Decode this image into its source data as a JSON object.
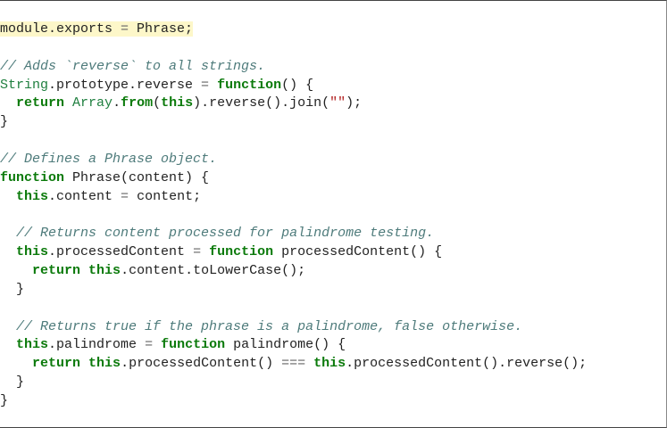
{
  "editor": {
    "lines": [
      {
        "highlighted": true,
        "tokens": [
          {
            "t": "plain",
            "v": "module.exports "
          },
          {
            "t": "operator",
            "v": "="
          },
          {
            "t": "plain",
            "v": " Phrase;"
          }
        ]
      },
      {
        "highlighted": false,
        "tokens": []
      },
      {
        "highlighted": false,
        "tokens": [
          {
            "t": "comment",
            "v": "// Adds `reverse` to all strings."
          }
        ]
      },
      {
        "highlighted": false,
        "tokens": [
          {
            "t": "builtin",
            "v": "String"
          },
          {
            "t": "plain",
            "v": ".prototype.reverse "
          },
          {
            "t": "operator",
            "v": "="
          },
          {
            "t": "plain",
            "v": " "
          },
          {
            "t": "keyword",
            "v": "function"
          },
          {
            "t": "plain",
            "v": "() {"
          }
        ]
      },
      {
        "highlighted": false,
        "tokens": [
          {
            "t": "plain",
            "v": "  "
          },
          {
            "t": "keyword",
            "v": "return"
          },
          {
            "t": "plain",
            "v": " "
          },
          {
            "t": "builtin",
            "v": "Array"
          },
          {
            "t": "plain",
            "v": "."
          },
          {
            "t": "keyword",
            "v": "from"
          },
          {
            "t": "plain",
            "v": "("
          },
          {
            "t": "keyword",
            "v": "this"
          },
          {
            "t": "plain",
            "v": ").reverse().join("
          },
          {
            "t": "string",
            "v": "\"\""
          },
          {
            "t": "plain",
            "v": ");"
          }
        ]
      },
      {
        "highlighted": false,
        "tokens": [
          {
            "t": "plain",
            "v": "}"
          }
        ]
      },
      {
        "highlighted": false,
        "tokens": []
      },
      {
        "highlighted": false,
        "tokens": [
          {
            "t": "comment",
            "v": "// Defines a Phrase object."
          }
        ]
      },
      {
        "highlighted": false,
        "tokens": [
          {
            "t": "keyword",
            "v": "function"
          },
          {
            "t": "plain",
            "v": " Phrase(content) {"
          }
        ]
      },
      {
        "highlighted": false,
        "tokens": [
          {
            "t": "plain",
            "v": "  "
          },
          {
            "t": "keyword",
            "v": "this"
          },
          {
            "t": "plain",
            "v": ".content "
          },
          {
            "t": "operator",
            "v": "="
          },
          {
            "t": "plain",
            "v": " content;"
          }
        ]
      },
      {
        "highlighted": false,
        "tokens": []
      },
      {
        "highlighted": false,
        "tokens": [
          {
            "t": "plain",
            "v": "  "
          },
          {
            "t": "comment",
            "v": "// Returns content processed for palindrome testing."
          }
        ]
      },
      {
        "highlighted": false,
        "tokens": [
          {
            "t": "plain",
            "v": "  "
          },
          {
            "t": "keyword",
            "v": "this"
          },
          {
            "t": "plain",
            "v": ".processedContent "
          },
          {
            "t": "operator",
            "v": "="
          },
          {
            "t": "plain",
            "v": " "
          },
          {
            "t": "keyword",
            "v": "function"
          },
          {
            "t": "plain",
            "v": " processedContent() {"
          }
        ]
      },
      {
        "highlighted": false,
        "tokens": [
          {
            "t": "plain",
            "v": "    "
          },
          {
            "t": "keyword",
            "v": "return"
          },
          {
            "t": "plain",
            "v": " "
          },
          {
            "t": "keyword",
            "v": "this"
          },
          {
            "t": "plain",
            "v": ".content.toLowerCase();"
          }
        ]
      },
      {
        "highlighted": false,
        "tokens": [
          {
            "t": "plain",
            "v": "  }"
          }
        ]
      },
      {
        "highlighted": false,
        "tokens": []
      },
      {
        "highlighted": false,
        "tokens": [
          {
            "t": "plain",
            "v": "  "
          },
          {
            "t": "comment",
            "v": "// Returns true if the phrase is a palindrome, false otherwise."
          }
        ]
      },
      {
        "highlighted": false,
        "tokens": [
          {
            "t": "plain",
            "v": "  "
          },
          {
            "t": "keyword",
            "v": "this"
          },
          {
            "t": "plain",
            "v": ".palindrome "
          },
          {
            "t": "operator",
            "v": "="
          },
          {
            "t": "plain",
            "v": " "
          },
          {
            "t": "keyword",
            "v": "function"
          },
          {
            "t": "plain",
            "v": " palindrome() {"
          }
        ]
      },
      {
        "highlighted": false,
        "tokens": [
          {
            "t": "plain",
            "v": "    "
          },
          {
            "t": "keyword",
            "v": "return"
          },
          {
            "t": "plain",
            "v": " "
          },
          {
            "t": "keyword",
            "v": "this"
          },
          {
            "t": "plain",
            "v": ".processedContent() "
          },
          {
            "t": "operator",
            "v": "==="
          },
          {
            "t": "plain",
            "v": " "
          },
          {
            "t": "keyword",
            "v": "this"
          },
          {
            "t": "plain",
            "v": ".processedContent().reverse();"
          }
        ]
      },
      {
        "highlighted": false,
        "tokens": [
          {
            "t": "plain",
            "v": "  }"
          }
        ]
      },
      {
        "highlighted": false,
        "tokens": [
          {
            "t": "plain",
            "v": "}"
          }
        ]
      }
    ]
  },
  "colors": {
    "highlight": "#fdf7c9",
    "comment": "#4e7b7b",
    "keyword": "#0b7a0b",
    "builtin": "#1f7f3f",
    "string": "#b22222"
  }
}
